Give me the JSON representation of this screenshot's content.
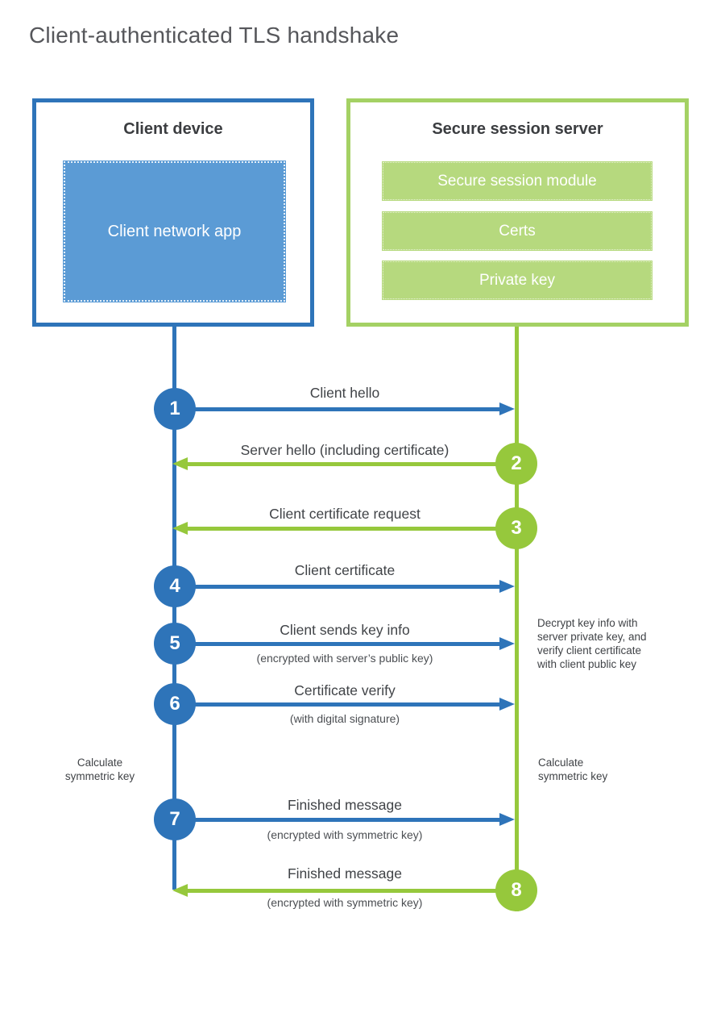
{
  "title": "Client-authenticated TLS handshake",
  "colors": {
    "blue": "#2e74b9",
    "blue_fill": "#5b9bd5",
    "green": "#96c83c",
    "green_border": "#a4d164",
    "green_fill": "#b6d97e",
    "text_dark": "#3b3d40",
    "text_gray": "#56575b"
  },
  "client_box": {
    "title": "Client device",
    "app_label": "Client network app"
  },
  "server_box": {
    "title": "Secure session server",
    "modules": [
      "Secure session module",
      "Certs",
      "Private key"
    ]
  },
  "steps": [
    {
      "num": "1",
      "label": "Client hello",
      "direction": "right",
      "color": "blue"
    },
    {
      "num": "2",
      "label": "Server hello (including certificate)",
      "direction": "left",
      "color": "green"
    },
    {
      "num": "3",
      "label": "Client certificate request",
      "direction": "left",
      "color": "green"
    },
    {
      "num": "4",
      "label": "Client certificate",
      "direction": "right",
      "color": "blue"
    },
    {
      "num": "5",
      "label": "Client sends key info",
      "sub": "(encrypted with server’s public key)",
      "direction": "right",
      "color": "blue"
    },
    {
      "num": "6",
      "label": "Certificate verify",
      "sub": "(with digital signature)",
      "direction": "right",
      "color": "blue"
    },
    {
      "num": "7",
      "label": "Finished message",
      "sub": "(encrypted with symmetric key)",
      "direction": "right",
      "color": "blue"
    },
    {
      "num": "8",
      "label": "Finished message",
      "sub": "(encrypted with symmetric key)",
      "direction": "left",
      "color": "green"
    }
  ],
  "notes": {
    "decrypt": "Decrypt key info with\nserver private key, and\nverify client certificate\nwith client public key",
    "calc_left": "Calculate\nsymmetric key",
    "calc_right": "Calculate\nsymmetric key"
  }
}
